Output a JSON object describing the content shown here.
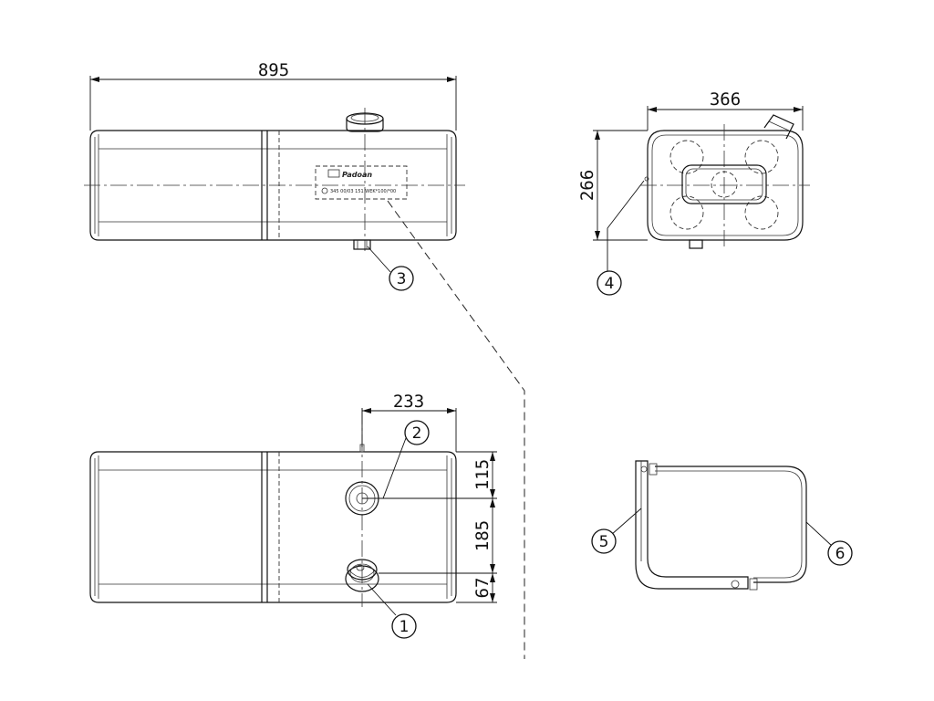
{
  "dimensions": {
    "overall_length": "895",
    "side_width": "366",
    "side_height": "266",
    "neck_offset": "233",
    "top_to_neck": "115",
    "neck_spacing": "185",
    "bottom_to_outlet": "67"
  },
  "callouts": {
    "c1": "1",
    "c2": "2",
    "c3": "3",
    "c4": "4",
    "c5": "5",
    "c6": "6"
  },
  "plate": {
    "brand": "Padoan",
    "line": "345 00/03 151 WEK*100/*00"
  },
  "colors": {
    "line": "#111111",
    "background": "#ffffff"
  }
}
